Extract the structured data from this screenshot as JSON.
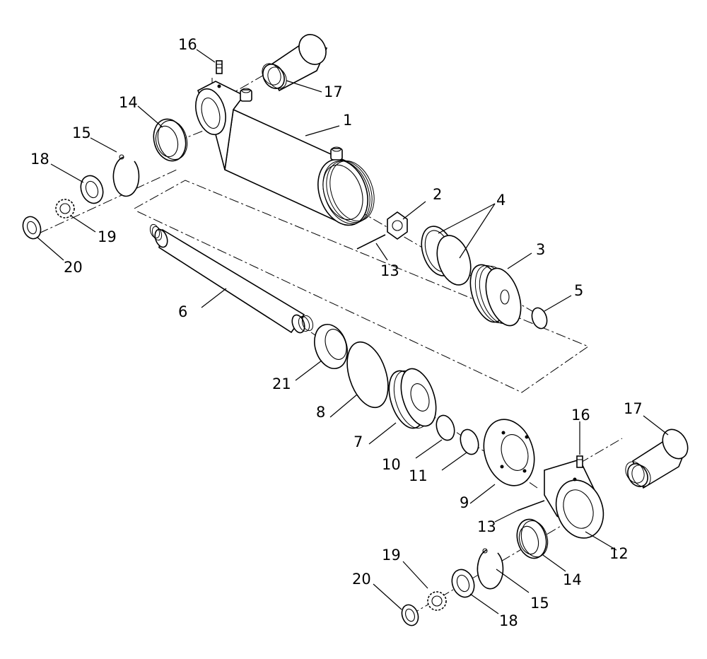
{
  "callouts": {
    "c1": "1",
    "c2": "2",
    "c3": "3",
    "c4": "4",
    "c5": "5",
    "c6": "6",
    "c7": "7",
    "c8": "8",
    "c9": "9",
    "c10": "10",
    "c11": "11",
    "c12": "12",
    "c13a": "13",
    "c13b": "13",
    "c14a": "14",
    "c14b": "14",
    "c15a": "15",
    "c15b": "15",
    "c16a": "16",
    "c16b": "16",
    "c17a": "17",
    "c17b": "17",
    "c18a": "18",
    "c18b": "18",
    "c19a": "19",
    "c19b": "19",
    "c20a": "20",
    "c20b": "20",
    "c21": "21"
  }
}
